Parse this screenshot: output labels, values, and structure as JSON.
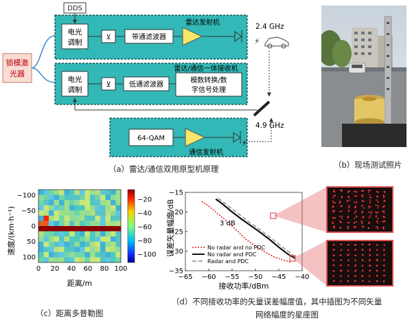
{
  "diagram": {
    "dds": "DDS",
    "laser": [
      "锁模激",
      "光器"
    ],
    "eo1": [
      "电光",
      "调制"
    ],
    "bpf": "带通滤波器",
    "tx_radar": "雷达发射机",
    "freq1": "2.4 GHz",
    "rx_title": "雷达/通信一体接收机",
    "eo2": [
      "电光",
      "调制"
    ],
    "lpf": "低通滤波器",
    "adc": [
      "模数转换/数",
      "字信号处理"
    ],
    "freq2": "4.9 GHz",
    "qam": "64-QAM",
    "tx_comm": "通信发射机",
    "caption": "（a）雷达/通信双用原型机原理"
  },
  "photo": {
    "caption": "（b）现场测试照片"
  },
  "heatmap": {
    "ylabel": "速度/(km·h⁻¹)",
    "xlabel": "距离/m",
    "yticks": [
      "−100",
      "−50",
      "0",
      "50",
      "100"
    ],
    "xticks": [
      "0",
      "20",
      "40",
      "60",
      "80",
      "100"
    ],
    "cbar_ticks": [
      "−20",
      "−40",
      "−60",
      "−80",
      "−100"
    ],
    "caption": "（c）距离多普勒图"
  },
  "chart_data": {
    "type": "line",
    "ylabel": "误差矢量幅度/dB",
    "xlabel": "接收功率/dBm",
    "xlim": [
      -65,
      -40
    ],
    "ylim": [
      -35,
      -15
    ],
    "xticks": [
      "−65",
      "−60",
      "−55",
      "−50",
      "−45",
      "−40"
    ],
    "yticks": [
      "−15",
      "−20",
      "−25",
      "−30",
      "−35"
    ],
    "annotation": "3 dB",
    "series": [
      {
        "name": "No radar and no PDC",
        "x": [
          -61.5,
          -60,
          -58,
          -56,
          -54,
          -52,
          -50,
          -48,
          -46,
          -44,
          -42.5
        ],
        "y": [
          -17.3,
          -18.5,
          -20.5,
          -22.5,
          -24.7,
          -27,
          -28.7,
          -30.2,
          -31.5,
          -32.3,
          -32.8
        ]
      },
      {
        "name": "No radar and PDC",
        "x": [
          -58.5,
          -57,
          -55,
          -53,
          -51,
          -49,
          -47,
          -45,
          -43,
          -41.5
        ],
        "y": [
          -16.7,
          -18,
          -20,
          -21.8,
          -23.5,
          -25.2,
          -27,
          -29,
          -30.8,
          -31.8
        ]
      },
      {
        "name": "Radar and PDC",
        "x": [
          -58,
          -56.5,
          -54.5,
          -52.5,
          -50.5,
          -48.5,
          -46.5,
          -44.5,
          -42.5,
          -41.5
        ],
        "y": [
          -16.5,
          -17.8,
          -19.7,
          -21.5,
          -23.3,
          -25,
          -26.8,
          -28.7,
          -30.5,
          -31.5
        ]
      }
    ],
    "caption_lines": [
      "（d）不同接收功率的矢量误差幅度值，其中插图为不同矢量",
      "网络幅度的星座图"
    ]
  }
}
